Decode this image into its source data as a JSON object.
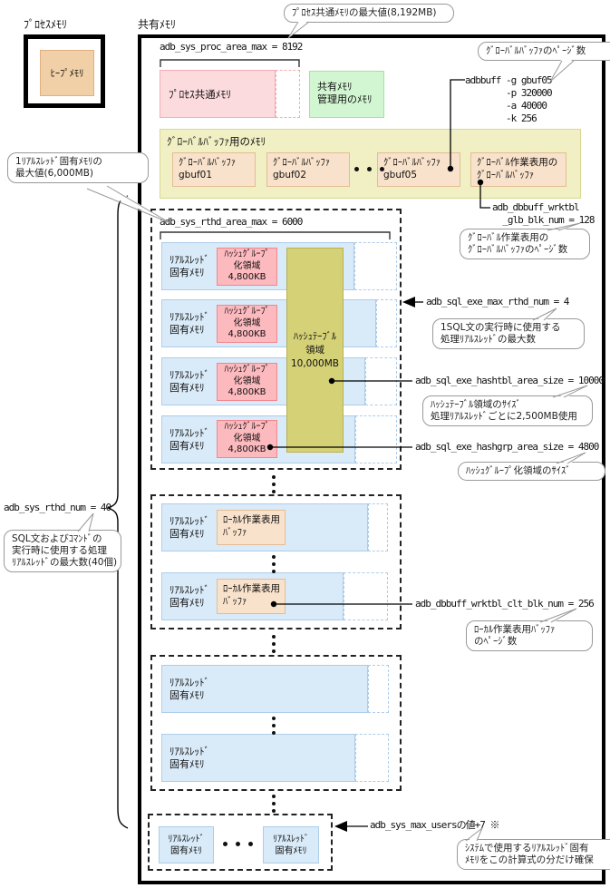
{
  "colors": {
    "pink_fill": "#fcdbdf",
    "pink_border": "#f3aeb5",
    "green_fill": "#d2f6d2",
    "green_border": "#9ee69e",
    "yellow_fill": "#f0f0c4",
    "yellow_border": "#d8d890",
    "tan_fill": "#f9e2cb",
    "tan_border": "#e3bd94",
    "blue_fill": "#d9eaf8",
    "blue_border": "#aecde9",
    "hashpink_fill": "#fcb9be",
    "hashpink_border": "#f2858e",
    "olive_fill": "#d5d176",
    "olive_border": "#b7b254",
    "heap_fill": "#f2d0a7",
    "heap_border": "#e0b080",
    "callout_border": "#999999"
  },
  "process_memory": {
    "title": "ﾌﾟﾛｾｽﾒﾓﾘ",
    "heap": "ﾋｰﾌﾟﾒﾓﾘ"
  },
  "shared_memory": {
    "title": "共有ﾒﾓﾘ",
    "proc_area_max": "adb_sys_proc_area_max = 8192",
    "process_common": "ﾌﾟﾛｾｽ共通ﾒﾓﾘ",
    "shm_mgmt": "共有ﾒﾓﾘ\n管理用のﾒﾓﾘ",
    "adbbuff": "adbbuff -g gbuf05\n        -p 320000\n        -a 40000\n        -k 256",
    "gbuf_area_title": "ｸﾞﾛｰﾊﾞﾙﾊﾞｯﾌｧ用のﾒﾓﾘ",
    "gbufs": [
      {
        "name": "ｸﾞﾛｰﾊﾞﾙﾊﾞｯﾌｧ\ngbuf01"
      },
      {
        "name": "ｸﾞﾛｰﾊﾞﾙﾊﾞｯﾌｧ\ngbuf02"
      },
      {
        "name": "ｸﾞﾛｰﾊﾞﾙﾊﾞｯﾌｧ\ngbuf05"
      }
    ],
    "gwork_buf": "ｸﾞﾛｰﾊﾞﾙ作業表用の\nｸﾞﾛｰﾊﾞﾙﾊﾞｯﾌｧ",
    "wrktbl_glb": "adb_dbbuff_wrktbl\n  _glb_blk_num = 128",
    "ellipsis": "・・・"
  },
  "sections": {
    "rthd_area_max": "adb_sys_rthd_area_max = 6000",
    "rthd_label": "ﾘｱﾙｽﾚｯﾄﾞ\n固有ﾒﾓﾘ",
    "hashgrp_box": "ﾊｯｼｭｸﾞﾙｰﾌﾟ\n化領域\n4,800KB",
    "hashtbl_box": "ﾊｯｼｭﾃｰﾌﾞﾙ\n領域\n10,000MB",
    "localwork_box": "ﾛｰｶﾙ作業表用\nﾊﾞｯﾌｧ",
    "max_rthd_num": "adb_sql_exe_max_rthd_num = 4",
    "hashtbl_size": "adb_sql_exe_hashtbl_area_size = 10000",
    "hashgrp_size": "adb_sql_exe_hashgrp_area_size = 4800",
    "wrktbl_clt": "adb_dbbuff_wrktbl_clt_blk_num = 256",
    "rthd_num": "adb_sys_rthd_num = 40",
    "max_users": "adb_sys_max_usersの値+7 ※",
    "ellipsis": "・・・"
  },
  "callouts": {
    "proc_max": "ﾌﾟﾛｾｽ共通ﾒﾓﾘの最大値(8,192MB)",
    "gbuf_pages": "ｸﾞﾛｰﾊﾞﾙﾊﾞｯﾌｧのﾍﾟｰｼﾞ数",
    "rthd_mem_max": "1ﾘｱﾙｽﾚｯﾄﾞ固有ﾒﾓﾘの\n最大値(6,000MB)",
    "gwork_pages": "ｸﾞﾛｰﾊﾞﾙ作業表用の\nｸﾞﾛｰﾊﾞﾙﾊﾞｯﾌｧのﾍﾟｰｼﾞ数",
    "sql_rthd_max": "1SQL文の実行時に使用する\n処理ﾘｱﾙｽﾚｯﾄﾞの最大数",
    "hashtbl_size": "ﾊｯｼｭﾃｰﾌﾞﾙ領域のｻｲｽﾞ\n処理ﾘｱﾙｽﾚｯﾄﾞごとに2,500MB使用",
    "hashgrp_size": "ﾊｯｼｭｸﾞﾙｰﾌﾟ化領域のｻｲｽﾞ",
    "rthd_num": "SQL文およびｺﾏﾝﾄﾞの\n実行時に使用する処理\nﾘｱﾙｽﾚｯﾄﾞの最大数(40個)",
    "clt_pages": "ﾛｰｶﾙ作業表用ﾊﾞｯﾌｧ\nのﾍﾟｰｼﾞ数",
    "sys_reserve": "ｼｽﾃﾑで使用するﾘｱﾙｽﾚｯﾄﾞ固有\nﾒﾓﾘをこの計算式の分だけ確保"
  }
}
